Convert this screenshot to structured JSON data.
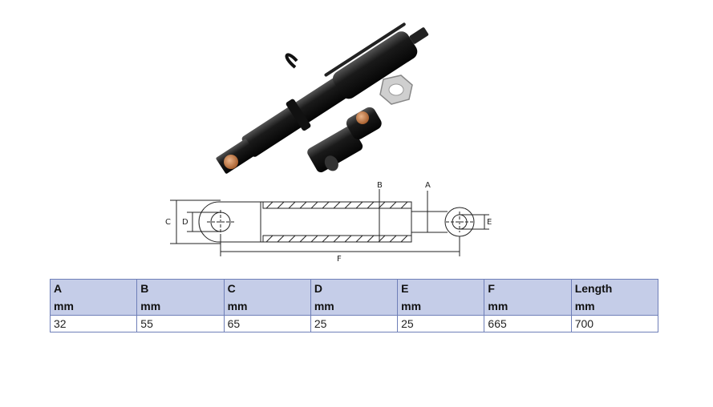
{
  "drawing": {
    "dimension_labels": {
      "a": "A",
      "b": "B",
      "c": "C",
      "d": "D",
      "e": "E",
      "f": "F"
    }
  },
  "table": {
    "headers": [
      "A",
      "B",
      "C",
      "D",
      "E",
      "F",
      "Length"
    ],
    "units": [
      "mm",
      "mm",
      "mm",
      "mm",
      "mm",
      "mm",
      "mm"
    ],
    "values": [
      "32",
      "55",
      "65",
      "25",
      "25",
      "665",
      "700"
    ],
    "header_bg": "#c5cde8",
    "border_color": "#6f7fb8"
  }
}
